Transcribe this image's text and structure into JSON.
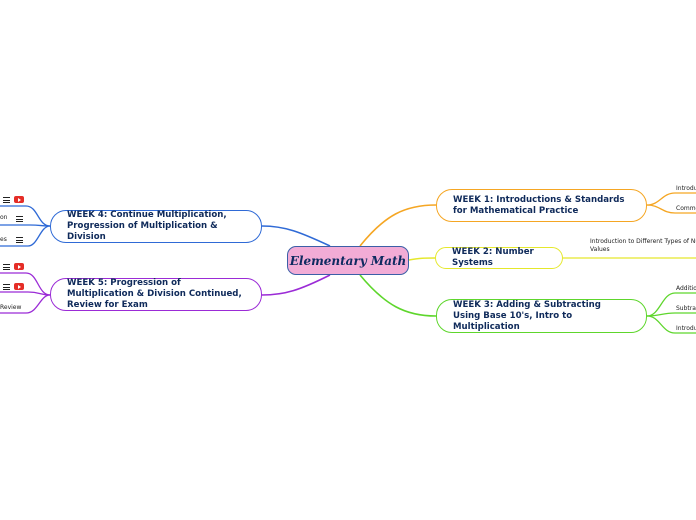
{
  "map": {
    "central_topic": "Elementary Math",
    "weeks": [
      {
        "id": "w1",
        "label": "WEEK 1: Introductions & Standards for Mathematical Practice",
        "color": "#f5a623",
        "subtopics": [
          "Introdu",
          "Commo"
        ]
      },
      {
        "id": "w2",
        "label": "WEEK 2: Number Systems",
        "color": "#e5e82c",
        "subtopics": [
          "Introduction to Different Types of Nu Values"
        ]
      },
      {
        "id": "w3",
        "label": "WEEK 3: Adding & Subtracting Using Base 10's, Intro to Multiplication",
        "color": "#5ed62c",
        "subtopics": [
          "Additio",
          "Subtra",
          "Introdu"
        ]
      },
      {
        "id": "w4",
        "label": "WEEK 4: Continue Multiplication, Progression of Multiplication & Division",
        "color": "#2f6ad6",
        "subtopics": [
          "on",
          "es"
        ]
      },
      {
        "id": "w5",
        "label": "WEEK 5: Progression of Multiplication & Division Continued, Review for Exam",
        "color": "#9b2bd6",
        "subtopics": [
          "Review"
        ]
      }
    ],
    "icons": {
      "note": "notes-icon",
      "video": "youtube-icon"
    }
  }
}
